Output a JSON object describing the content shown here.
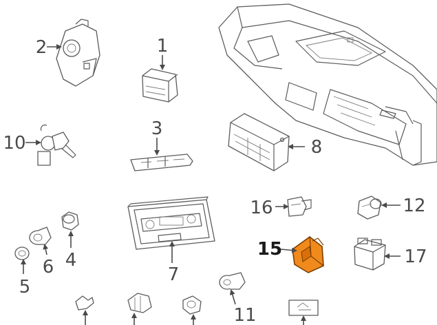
{
  "callouts": [
    {
      "id": "1",
      "text": "1"
    },
    {
      "id": "2",
      "text": "2"
    },
    {
      "id": "3",
      "text": "3"
    },
    {
      "id": "4",
      "text": "4"
    },
    {
      "id": "5",
      "text": "5"
    },
    {
      "id": "6",
      "text": "6"
    },
    {
      "id": "7",
      "text": "7"
    },
    {
      "id": "8",
      "text": "8"
    },
    {
      "id": "10",
      "text": "10"
    },
    {
      "id": "11",
      "text": "11"
    },
    {
      "id": "12",
      "text": "12"
    },
    {
      "id": "15",
      "text": "15"
    },
    {
      "id": "16",
      "text": "16"
    },
    {
      "id": "17",
      "text": "17"
    }
  ],
  "highlight": {
    "part": "15",
    "color": "#f08a1c",
    "stroke": "#7a3d00"
  },
  "colors": {
    "line": "#5a5a5a",
    "label": "#4a4a4a",
    "background": "#ffffff"
  }
}
